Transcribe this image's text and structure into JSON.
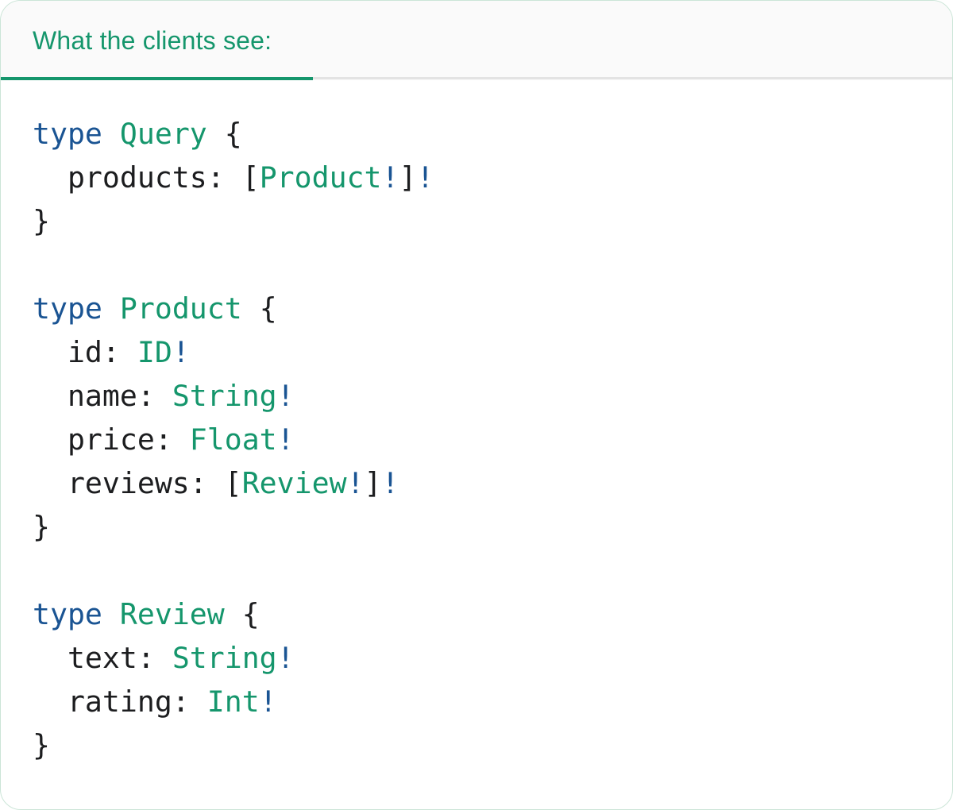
{
  "tab": {
    "label": "What the clients see:"
  },
  "colors": {
    "accent_teal": "#15966C",
    "keyword_blue": "#1A5493",
    "code_plain": "#1C1D1F",
    "tabbar_bg": "#FAFAFA",
    "divider_gray": "#E3E3E3",
    "card_border": "#CBE5D7",
    "card_bg": "#FFFFFF"
  },
  "code": {
    "token_colors": {
      "keyword": "#1A5493",
      "type": "#15966C",
      "plain": "#1C1D1F",
      "bang": "#1A5493"
    },
    "lines": [
      [
        {
          "t": "type",
          "c": "keyword"
        },
        {
          "t": " ",
          "c": "plain"
        },
        {
          "t": "Query",
          "c": "type"
        },
        {
          "t": " {",
          "c": "plain"
        }
      ],
      [
        {
          "t": "  products: [",
          "c": "plain"
        },
        {
          "t": "Product",
          "c": "type"
        },
        {
          "t": "!",
          "c": "bang"
        },
        {
          "t": "]",
          "c": "plain"
        },
        {
          "t": "!",
          "c": "bang"
        }
      ],
      [
        {
          "t": "}",
          "c": "plain"
        }
      ],
      [],
      [
        {
          "t": "type",
          "c": "keyword"
        },
        {
          "t": " ",
          "c": "plain"
        },
        {
          "t": "Product",
          "c": "type"
        },
        {
          "t": " {",
          "c": "plain"
        }
      ],
      [
        {
          "t": "  id: ",
          "c": "plain"
        },
        {
          "t": "ID",
          "c": "type"
        },
        {
          "t": "!",
          "c": "bang"
        }
      ],
      [
        {
          "t": "  name: ",
          "c": "plain"
        },
        {
          "t": "String",
          "c": "type"
        },
        {
          "t": "!",
          "c": "bang"
        }
      ],
      [
        {
          "t": "  price: ",
          "c": "plain"
        },
        {
          "t": "Float",
          "c": "type"
        },
        {
          "t": "!",
          "c": "bang"
        }
      ],
      [
        {
          "t": "  reviews: [",
          "c": "plain"
        },
        {
          "t": "Review",
          "c": "type"
        },
        {
          "t": "!",
          "c": "bang"
        },
        {
          "t": "]",
          "c": "plain"
        },
        {
          "t": "!",
          "c": "bang"
        }
      ],
      [
        {
          "t": "}",
          "c": "plain"
        }
      ],
      [],
      [
        {
          "t": "type",
          "c": "keyword"
        },
        {
          "t": " ",
          "c": "plain"
        },
        {
          "t": "Review",
          "c": "type"
        },
        {
          "t": " {",
          "c": "plain"
        }
      ],
      [
        {
          "t": "  text: ",
          "c": "plain"
        },
        {
          "t": "String",
          "c": "type"
        },
        {
          "t": "!",
          "c": "bang"
        }
      ],
      [
        {
          "t": "  rating: ",
          "c": "plain"
        },
        {
          "t": "Int",
          "c": "type"
        },
        {
          "t": "!",
          "c": "bang"
        }
      ],
      [
        {
          "t": "}",
          "c": "plain"
        }
      ]
    ]
  }
}
